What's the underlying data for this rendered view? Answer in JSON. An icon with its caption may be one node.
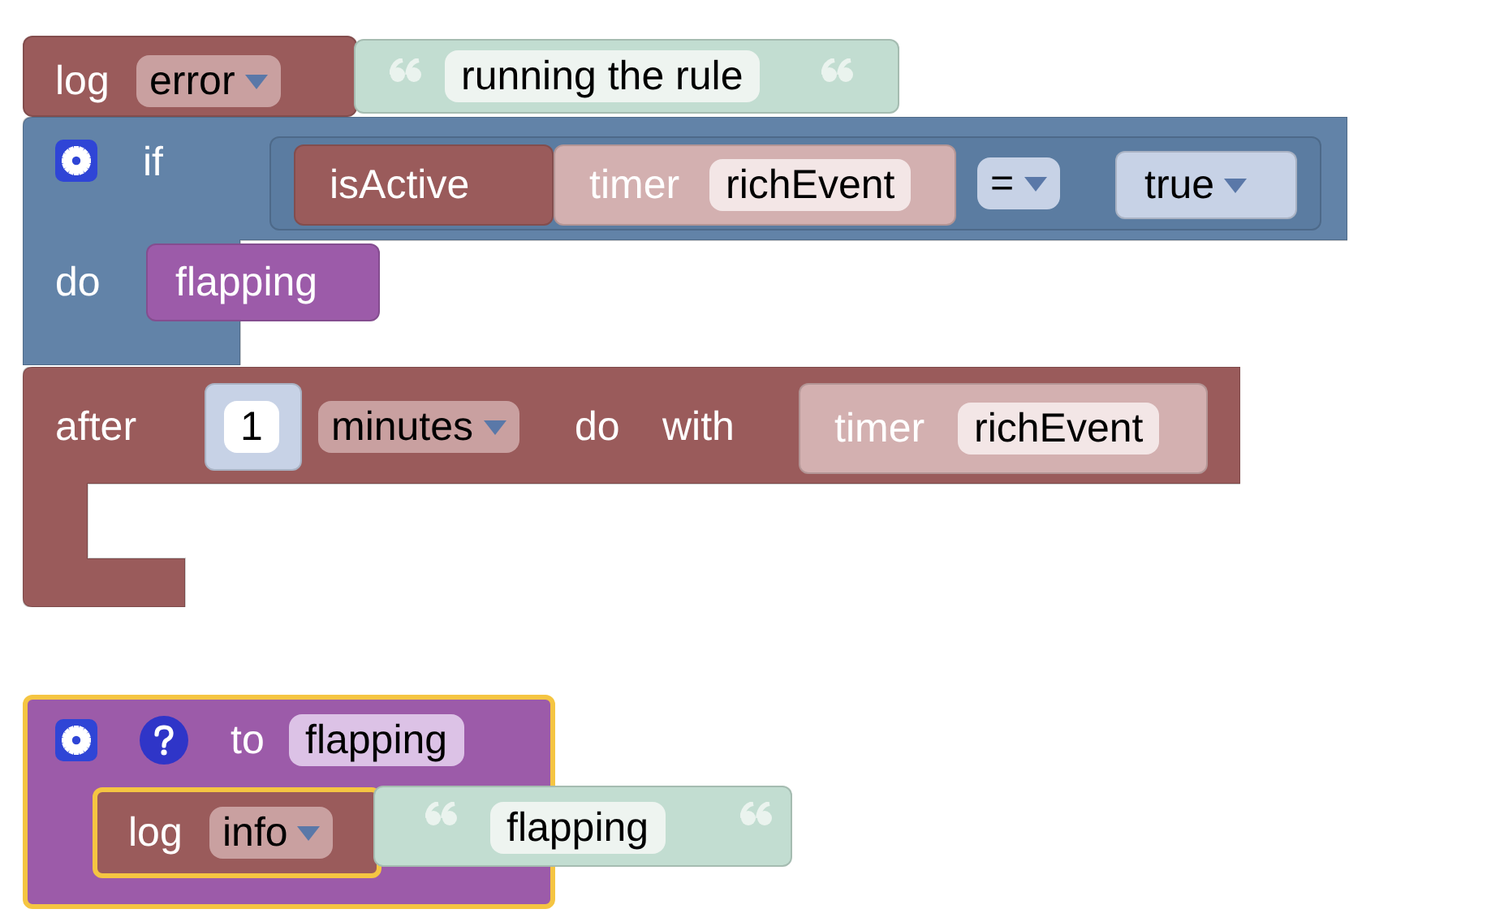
{
  "diagram": {
    "nodes": [
      {
        "text": [
          "log",
          "error"
        ]
      },
      {
        "text": [
          "running the rule"
        ]
      },
      {
        "text": [
          "if",
          "do"
        ]
      },
      {
        "text": [
          "="
        ],
        "in": 2
      },
      {
        "text": [
          "isActive"
        ],
        "in": 3
      },
      {
        "text": [
          "timer",
          "richEvent"
        ],
        "in": 3
      },
      {
        "text": [
          "true"
        ],
        "in": 3
      },
      {
        "text": [
          "flapping"
        ],
        "in": 2
      },
      {
        "text": [
          "after",
          "minutes",
          "do",
          "with"
        ]
      },
      {
        "text": [
          "1"
        ],
        "in": 8
      },
      {
        "text": [
          "timer",
          "richEvent"
        ],
        "in": 8
      },
      {
        "text": [
          "to",
          "flapping"
        ]
      },
      {
        "text": [
          "log",
          "info"
        ],
        "in": 11
      },
      {
        "text": [
          "flapping"
        ]
      }
    ]
  }
}
